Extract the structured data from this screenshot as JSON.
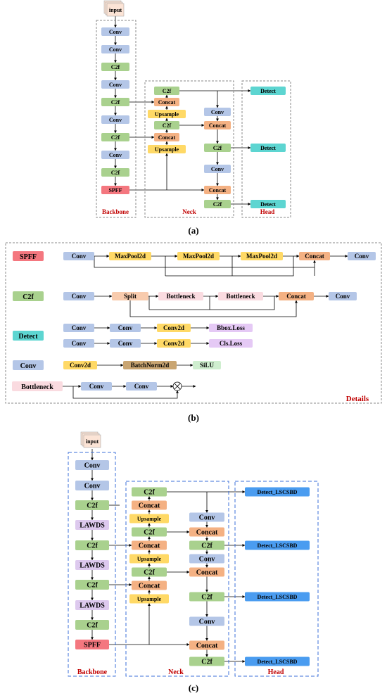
{
  "panels": {
    "a": "(a)",
    "b": "(b)",
    "c": "(c)"
  },
  "a": {
    "input": "input",
    "backbone_blocks": [
      "Conv",
      "Conv",
      "C2f",
      "Conv",
      "C2f",
      "Conv",
      "C2f",
      "Conv",
      "C2f",
      "SPFF"
    ],
    "neck_left": [
      "C2f",
      "Concat",
      "Upsample",
      "C2f",
      "Concat",
      "Upsample"
    ],
    "neck_right": [
      "Conv",
      "Concat",
      "C2f",
      "Conv",
      "Concat",
      "C2f"
    ],
    "head_blocks": [
      "Detect",
      "Detect",
      "Detect"
    ],
    "sections": {
      "backbone": "Backbone",
      "neck": "Neck",
      "head": "Head"
    }
  },
  "b": {
    "row_labels": {
      "spff": "SPFF",
      "c2f": "C2f",
      "detect": "Detect",
      "conv": "Conv",
      "bottleneck": "Bottleneck"
    },
    "spff_row": [
      "Conv",
      "MaxPool2d",
      "MaxPool2d",
      "MaxPool2d",
      "Concat",
      "Conv"
    ],
    "c2f_row": [
      "Conv",
      "Split",
      "Bottleneck",
      "Bottleneck",
      "Concat",
      "Conv"
    ],
    "detect_row1": [
      "Conv",
      "Conv",
      "Conv2d",
      "Bbox.Loss"
    ],
    "detect_row2": [
      "Conv",
      "Conv",
      "Conv2d",
      "Cls.Loss"
    ],
    "conv_row": [
      "Conv2d",
      "BatchNorm2d",
      "SiLU"
    ],
    "bottleneck_row": [
      "Conv",
      "Conv"
    ],
    "details": "Details"
  },
  "c": {
    "input": "input",
    "backbone_blocks": [
      "Conv",
      "Conv",
      "C2f",
      "LAWDS",
      "C2f",
      "LAWDS",
      "C2f",
      "LAWDS",
      "C2f",
      "SPFF"
    ],
    "neck_left": [
      "C2f",
      "Concat",
      "Upsample",
      "C2f",
      "Concat",
      "Upsample",
      "C2f",
      "Concat",
      "Upsample"
    ],
    "neck_right": [
      "Conv",
      "Concat",
      "C2f",
      "Conv",
      "Concat",
      "C2f",
      "Conv",
      "Concat",
      "C2f"
    ],
    "head_blocks": [
      "Detect_LSCSBD",
      "Detect_LSCSBD",
      "Detect_LSCSBD",
      "Detect_LSCSBD"
    ],
    "sections": {
      "backbone": "Backbone",
      "neck": "Neck",
      "head": "Head"
    }
  },
  "colors": {
    "conv": "#b4c6e7",
    "c2f": "#a9d18e",
    "concat": "#f4b183",
    "upsample": "#ffd966",
    "spff": "#f4777f",
    "detect": "#5dd5d1",
    "detect_lscsbd": "#4a9cf0",
    "lawds": "#ddc9ee",
    "split": "#f8cbad",
    "bottleneck": "#fadbe0",
    "batchnorm": "#c9a572",
    "silu": "#cfeecf",
    "cls_loss": "#e5c9f5",
    "section_label": "#c00000"
  }
}
